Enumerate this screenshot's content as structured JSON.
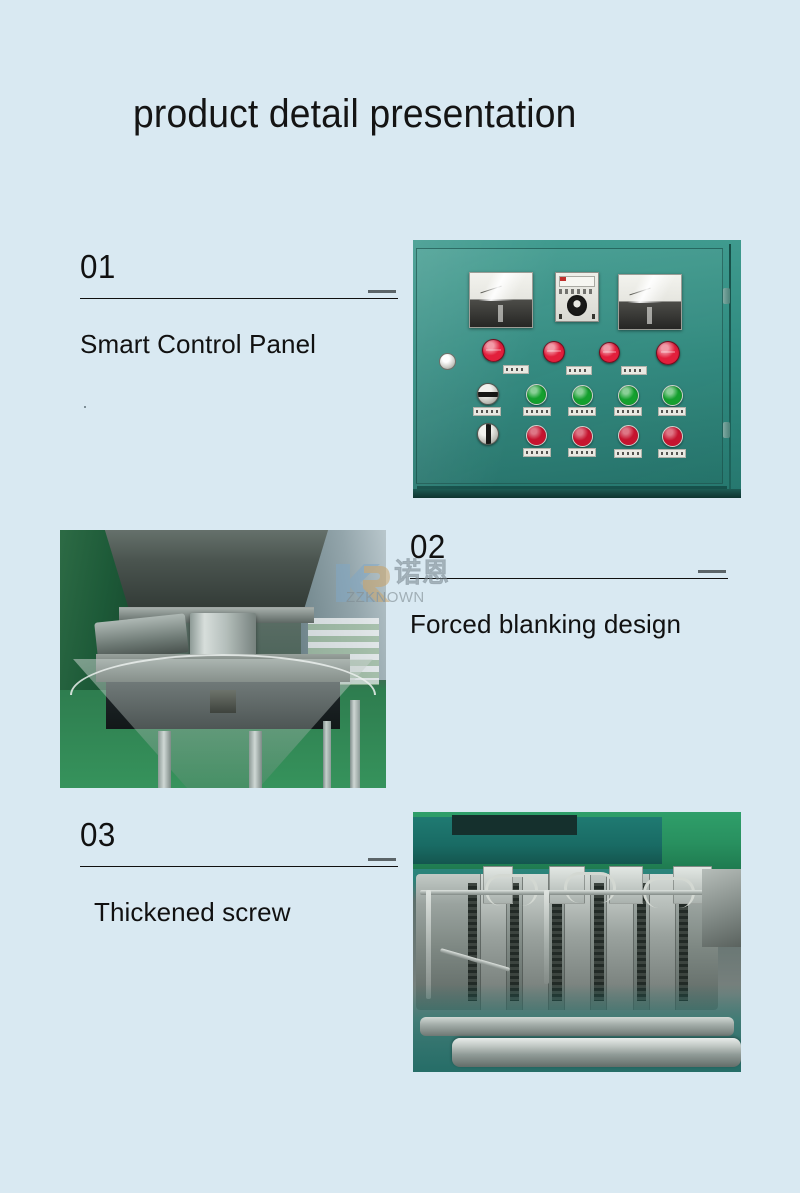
{
  "page": {
    "title": "product detail presentation",
    "background_color": "#d9e9f2",
    "text_color": "#111111",
    "rule_color": "#101010",
    "dash_color": "#5b6468"
  },
  "sections": [
    {
      "number": "01",
      "label": "Smart Control Panel",
      "photo_alt": "Smart control panel cabinet with analog meters, push buttons and indicator lamps"
    },
    {
      "number": "02",
      "label": "Forced blanking design",
      "photo_alt": "Stainless steel forced blanking hopper with drive cylinder above discharge cone"
    },
    {
      "number": "03",
      "label": "Thickened screw",
      "photo_alt": "Thickened extruder screw barrel with heater bands and cooling tubes"
    }
  ],
  "watermark": {
    "logo_letters": "KR",
    "brand_cn": "诺恩",
    "brand_en": "ZZKNOWN",
    "logo_k_color": "#7fa6c4",
    "logo_r_color": "#c9a46a",
    "text_color": "#8d9aa0"
  },
  "photo_palette": {
    "panel_teal": "#2f8b80",
    "button_red": "#e21f3c",
    "lamp_green": "#14a02e",
    "floor_green": "#28905f",
    "machine_teal": "#1f7a72",
    "steel_gray": "#9aa39f"
  }
}
